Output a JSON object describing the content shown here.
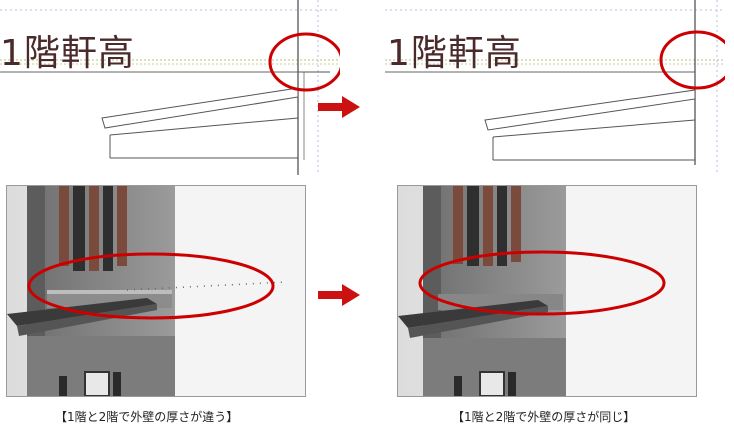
{
  "top_left": {
    "label": "1階軒高"
  },
  "top_right": {
    "label": "1階軒高"
  },
  "captions": {
    "left": "【1階と2階で外壁の厚さが違う】",
    "right": "【1階と2階で外壁の厚さが同じ】"
  },
  "colors": {
    "highlight": "#cc0000",
    "arrow": "#cc1111",
    "title": "#4a2a2a"
  }
}
